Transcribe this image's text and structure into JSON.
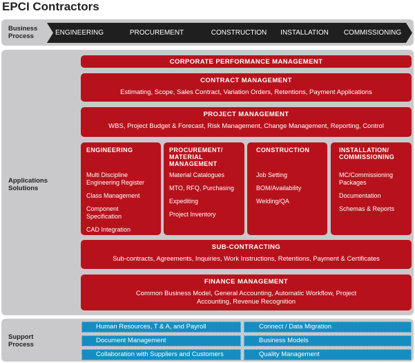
{
  "title": "EPCI Contractors",
  "business_process": {
    "label_line1": "Business",
    "label_line2": "Process",
    "steps": [
      "ENGINEERING",
      "PROCUREMENT",
      "CONSTRUCTION",
      "INSTALLATION",
      "COMMISSIONING"
    ]
  },
  "applications": {
    "label_line1": "Applications",
    "label_line2": "Solutions",
    "corporate": {
      "title": "CORPORATE PERFORMANCE MANAGEMENT"
    },
    "contract": {
      "title": "CONTRACT MANAGEMENT",
      "items": "Estimating, Scope, Sales Contract, Variation Orders, Retentions, Payment Applications"
    },
    "project": {
      "title": "PROJECT MANAGEMENT",
      "items": "WBS, Project Budget & Forecast, Risk Management, Change Management, Reporting, Control"
    },
    "columns": [
      {
        "title": "ENGINEERING",
        "items": [
          "Multi Discipline Engineering Register",
          "Class Management",
          "Component Specification",
          "CAD Integration"
        ]
      },
      {
        "title": "PROCUREMENT/ MATERIAL MANAGEMENT",
        "items": [
          "Material Catalogues",
          "MTO, RFQ, Purchasing",
          "Expediting",
          "Project Inventory"
        ]
      },
      {
        "title": "CONSTRUCTION",
        "items": [
          "Job Setting",
          "BOM/Availability",
          "Welding/QA"
        ]
      },
      {
        "title": "INSTALLATION/ COMMISSIONING",
        "items": [
          "MC/Commissioning Packages",
          "Documentation",
          "Schemas & Reports"
        ]
      }
    ],
    "subcontracting": {
      "title": "SUB-CONTRACTING",
      "items": "Sub-contracts, Agreements, Inquiries, Work Instructions, Retentions, Payment & Certificates"
    },
    "finance": {
      "title": "FINANCE MANAGEMENT",
      "items": "Common Business Model, General Accounting, Automatic Workflow, Project Accounting, Revenue Recognition"
    }
  },
  "support": {
    "label_line1": "Support",
    "label_line2": "Process",
    "left": [
      "Human Resources, T & A, and Payroll",
      "Document Management",
      "Collaboration with Suppliers and Customers"
    ],
    "right": [
      "Connect / Data Migration",
      "Business Models",
      "Quality Management"
    ]
  }
}
